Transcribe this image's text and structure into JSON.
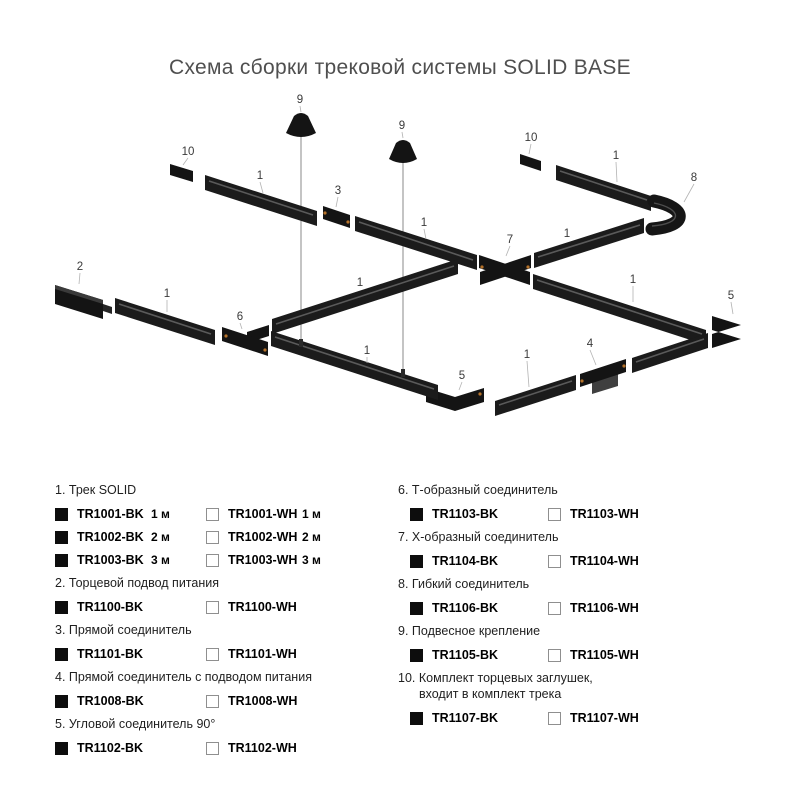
{
  "page": {
    "title": "Схема сборки трековой системы SOLID BASE"
  },
  "colors": {
    "track_black": "#1b1b1b",
    "swatch_border": "#8f8f8f",
    "contact_orange": "#b5722a",
    "title_gray": "#4f4f4f"
  },
  "diagram": {
    "labels": {
      "pendant_1": "9",
      "pendant_2": "9",
      "endcap_left": "10",
      "endcap_right": "10",
      "track_top_left": "1",
      "straight_connector": "3",
      "track_mid": "1",
      "track_top_right": "1",
      "flex_connector": "8",
      "x_connector": "7",
      "track_ne": "1",
      "track_se": "1",
      "corner_right": "5",
      "feed_connector": "4",
      "track_lower_right": "1",
      "corner_bottom": "5",
      "track_bottom": "1",
      "t_connector": "6",
      "track_left": "1",
      "track_center": "1",
      "end_feed": "2"
    }
  },
  "legend": {
    "left": [
      {
        "num": "1.",
        "name": "Трек SOLID",
        "rows": [
          {
            "bk": "TR1001-BK",
            "bk_size": "1 м",
            "wh": "TR1001-WH",
            "wh_size": "1 м"
          },
          {
            "bk": "TR1002-BK",
            "bk_size": "2 м",
            "wh": "TR1002-WH",
            "wh_size": "2 м"
          },
          {
            "bk": "TR1003-BK",
            "bk_size": "3 м",
            "wh": "TR1003-WH",
            "wh_size": "3 м"
          }
        ]
      },
      {
        "num": "2.",
        "name": "Торцевой подвод питания",
        "bk": "TR1100-BK",
        "wh": "TR1100-WH"
      },
      {
        "num": "3.",
        "name": "Прямой соединитель",
        "bk": "TR1101-BK",
        "wh": "TR1101-WH"
      },
      {
        "num": "4.",
        "name": "Прямой соединитель с подводом питания",
        "bk": "TR1008-BK",
        "wh": "TR1008-WH"
      },
      {
        "num": "5.",
        "name": "Угловой соединитель 90°",
        "bk": "TR1102-BK",
        "wh": "TR1102-WH"
      }
    ],
    "right": [
      {
        "num": "6.",
        "name": "Т-образный соединитель",
        "bk": "TR1103-BK",
        "wh": "TR1103-WH"
      },
      {
        "num": "7.",
        "name": "Х-образный соединитель",
        "bk": "TR1104-BK",
        "wh": "TR1104-WH"
      },
      {
        "num": "8.",
        "name": "Гибкий соединитель",
        "bk": "TR1106-BK",
        "wh": "TR1106-WH"
      },
      {
        "num": "9.",
        "name": "Подвесное крепление",
        "bk": "TR1105-BK",
        "wh": "TR1105-WH"
      },
      {
        "num": "10.",
        "name": "Комплект торцевых заглушек,",
        "name2": "входит в комплект трека",
        "bk": "TR1107-BK",
        "wh": "TR1107-WH"
      }
    ]
  }
}
